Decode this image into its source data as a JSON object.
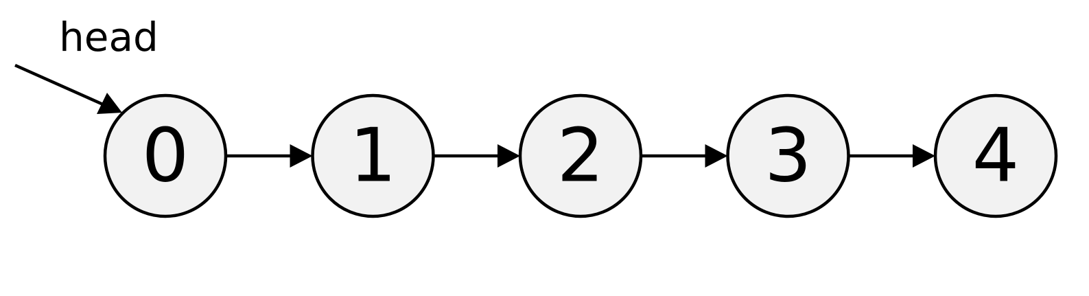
{
  "head_pointer": {
    "label": "head",
    "target_index": 0
  },
  "nodes": [
    {
      "label": "0"
    },
    {
      "label": "1"
    },
    {
      "label": "2"
    },
    {
      "label": "3"
    },
    {
      "label": "4"
    }
  ],
  "links": [
    {
      "from": 0,
      "to": 1
    },
    {
      "from": 1,
      "to": 2
    },
    {
      "from": 2,
      "to": 3
    },
    {
      "from": 3,
      "to": 4
    }
  ],
  "colors": {
    "node_fill": "#f2f2f2",
    "stroke": "#000000"
  }
}
